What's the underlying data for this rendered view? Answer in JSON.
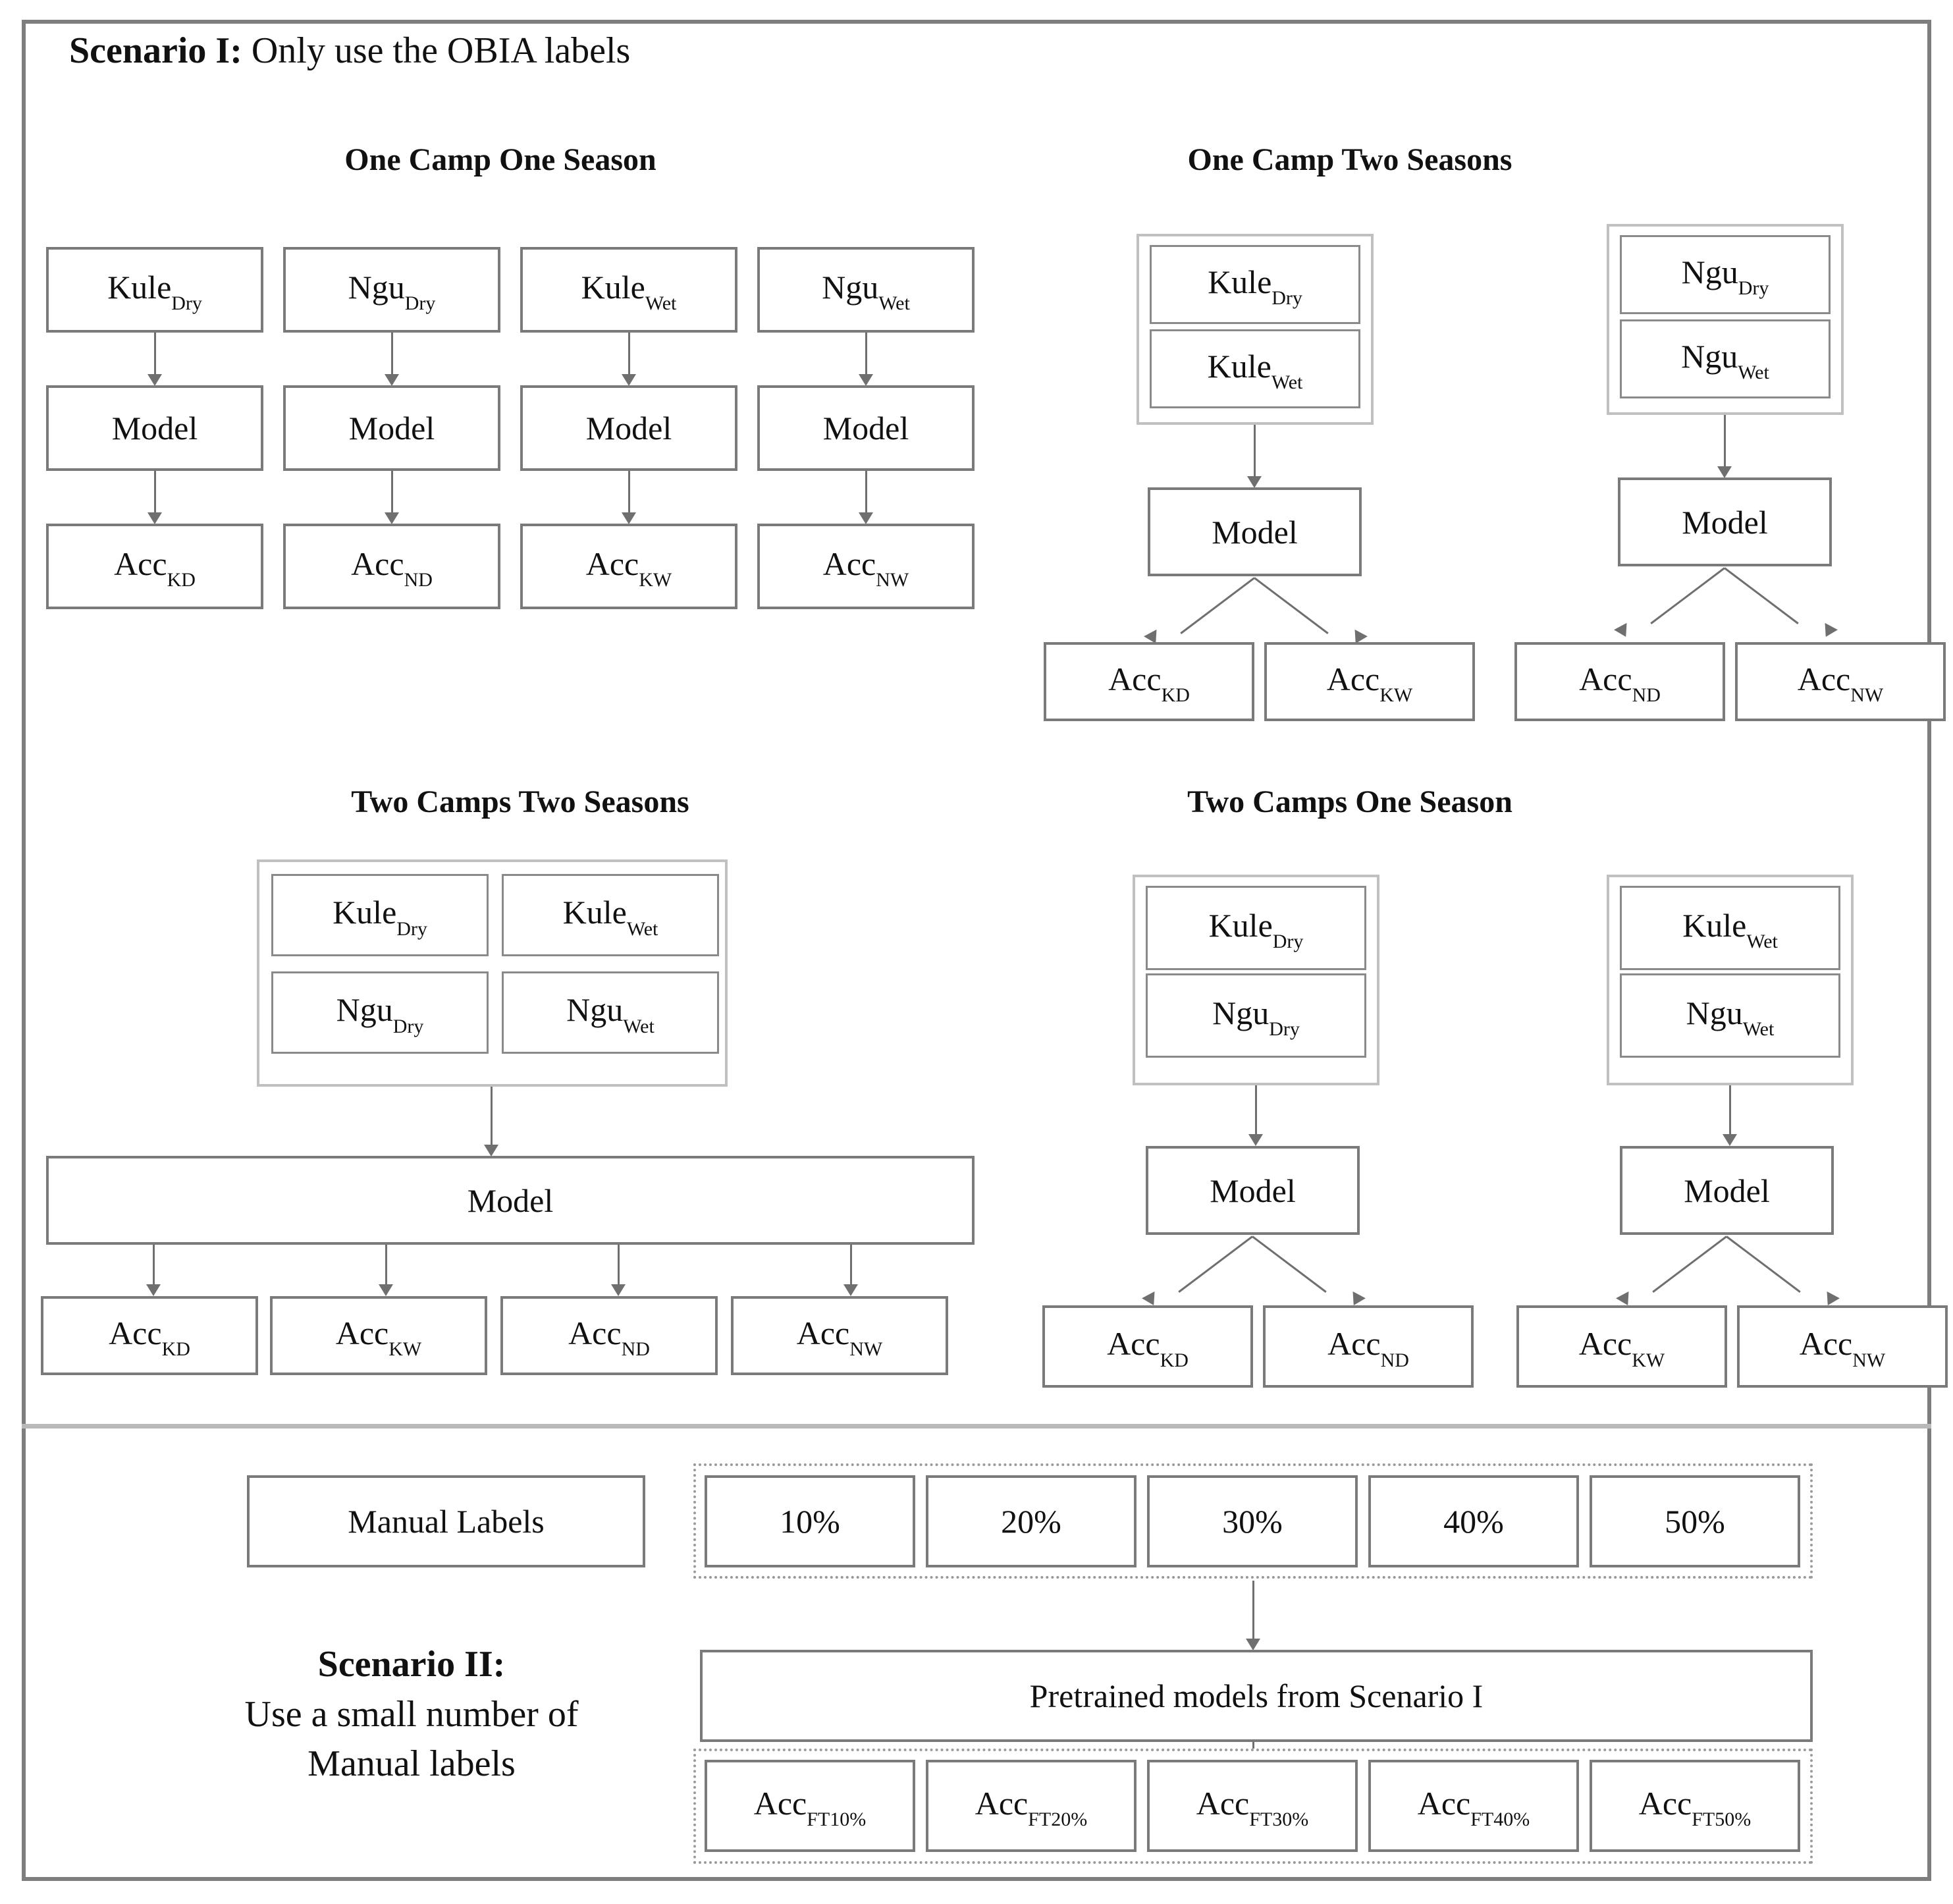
{
  "figure": {
    "scenario1": {
      "heading_bold": "Scenario I:",
      "heading_rest": " Only use the OBIA labels"
    },
    "scenario2": {
      "heading_line1": "Scenario II:",
      "heading_line2": "Use a small number of",
      "heading_line3": "Manual labels"
    }
  },
  "sections": {
    "one_camp_one_season": {
      "title": "One Camp One Season",
      "inputs": [
        {
          "base": "Kule",
          "sub": "Dry"
        },
        {
          "base": "Ngu",
          "sub": "Dry"
        },
        {
          "base": "Kule",
          "sub": "Wet"
        },
        {
          "base": "Ngu",
          "sub": "Wet"
        }
      ],
      "model_label": "Model",
      "models": [
        "Model",
        "Model",
        "Model",
        "Model"
      ],
      "outputs": [
        {
          "base": "Acc",
          "sub": "KD"
        },
        {
          "base": "Acc",
          "sub": "ND"
        },
        {
          "base": "Acc",
          "sub": "KW"
        },
        {
          "base": "Acc",
          "sub": "NW"
        }
      ]
    },
    "one_camp_two_seasons": {
      "title": "One Camp Two Seasons",
      "group_left": [
        {
          "base": "Kule",
          "sub": "Dry"
        },
        {
          "base": "Kule",
          "sub": "Wet"
        }
      ],
      "group_right": [
        {
          "base": "Ngu",
          "sub": "Dry"
        },
        {
          "base": "Ngu",
          "sub": "Wet"
        }
      ],
      "model_left": "Model",
      "model_right": "Model",
      "outputs_left": [
        {
          "base": "Acc",
          "sub": "KD"
        },
        {
          "base": "Acc",
          "sub": "KW"
        }
      ],
      "outputs_right": [
        {
          "base": "Acc",
          "sub": "ND"
        },
        {
          "base": "Acc",
          "sub": "NW"
        }
      ]
    },
    "two_camps_two_seasons": {
      "title": "Two Camps Two Seasons",
      "group": [
        {
          "base": "Kule",
          "sub": "Dry"
        },
        {
          "base": "Kule",
          "sub": "Wet"
        },
        {
          "base": "Ngu",
          "sub": "Dry"
        },
        {
          "base": "Ngu",
          "sub": "Wet"
        }
      ],
      "model_label": "Model",
      "outputs": [
        {
          "base": "Acc",
          "sub": "KD"
        },
        {
          "base": "Acc",
          "sub": "KW"
        },
        {
          "base": "Acc",
          "sub": "ND"
        },
        {
          "base": "Acc",
          "sub": "NW"
        }
      ]
    },
    "two_camps_one_season": {
      "title": "Two Camps One Season",
      "group_left": [
        {
          "base": "Kule",
          "sub": "Dry"
        },
        {
          "base": "Ngu",
          "sub": "Dry"
        }
      ],
      "group_right": [
        {
          "base": "Kule",
          "sub": "Wet"
        },
        {
          "base": "Ngu",
          "sub": "Wet"
        }
      ],
      "model_left": "Model",
      "model_right": "Model",
      "outputs_left": [
        {
          "base": "Acc",
          "sub": "KD"
        },
        {
          "base": "Acc",
          "sub": "ND"
        }
      ],
      "outputs_right": [
        {
          "base": "Acc",
          "sub": "KW"
        },
        {
          "base": "Acc",
          "sub": "NW"
        }
      ]
    },
    "scenario2_flow": {
      "manual_labels": "Manual Labels",
      "percentages": [
        "10%",
        "20%",
        "30%",
        "40%",
        "50%"
      ],
      "pretrained": "Pretrained models from Scenario I",
      "finetuned_outputs": [
        {
          "base": "Acc",
          "sub": "FT10%"
        },
        {
          "base": "Acc",
          "sub": "FT20%"
        },
        {
          "base": "Acc",
          "sub": "FT30%"
        },
        {
          "base": "Acc",
          "sub": "FT40%"
        },
        {
          "base": "Acc",
          "sub": "FT50%"
        }
      ]
    }
  },
  "colors": {
    "frame": "#7e7e7e",
    "box_border": "#7a7a7a",
    "group_border": "#c0c0c0",
    "dashed_border": "#9a9a9a",
    "arrow": "#6f6f6f",
    "background": "#ffffff",
    "text": "#111111"
  }
}
